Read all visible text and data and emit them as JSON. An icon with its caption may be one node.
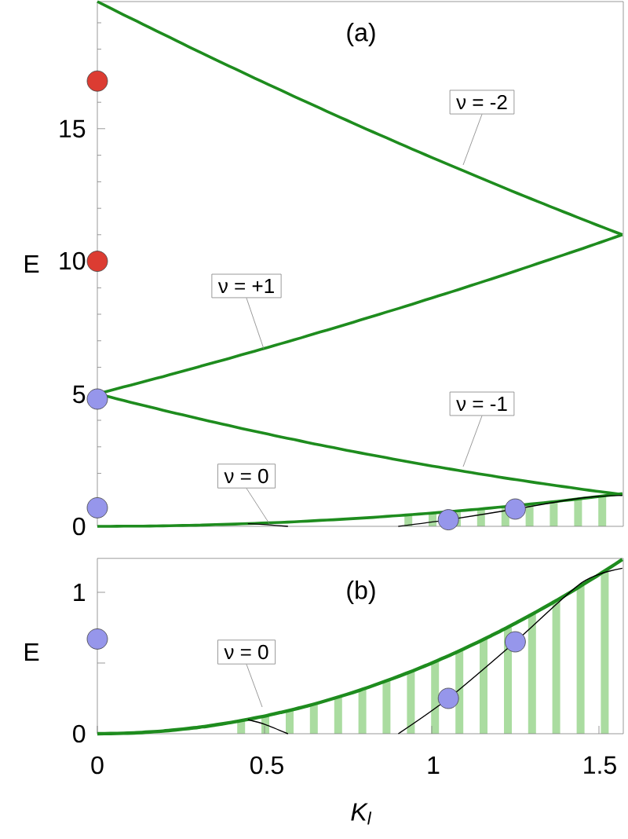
{
  "diagram": {
    "nodes": [
      {
        "text": [
          "ν = -2"
        ]
      },
      {
        "text": [
          "ν = +1"
        ]
      },
      {
        "text": [
          "ν = -1"
        ]
      },
      {
        "text": [
          "ν = 0"
        ]
      },
      {
        "text": [
          "ν = 0"
        ]
      }
    ],
    "edges": [
      {
        "from": 0,
        "to": null,
        "arrow": "none"
      },
      {
        "from": 1,
        "to": null,
        "arrow": "none"
      },
      {
        "from": 2,
        "to": null,
        "arrow": "none"
      },
      {
        "from": 3,
        "to": null,
        "arrow": "none"
      },
      {
        "from": 4,
        "to": null,
        "arrow": "none"
      }
    ],
    "labels": [
      "(a)",
      "E",
      "15",
      "10",
      "5",
      "0",
      "(b)",
      "E",
      "1",
      "0",
      "0",
      "0.5",
      "1",
      "1.5",
      "K$_{l}$"
    ]
  }
}
